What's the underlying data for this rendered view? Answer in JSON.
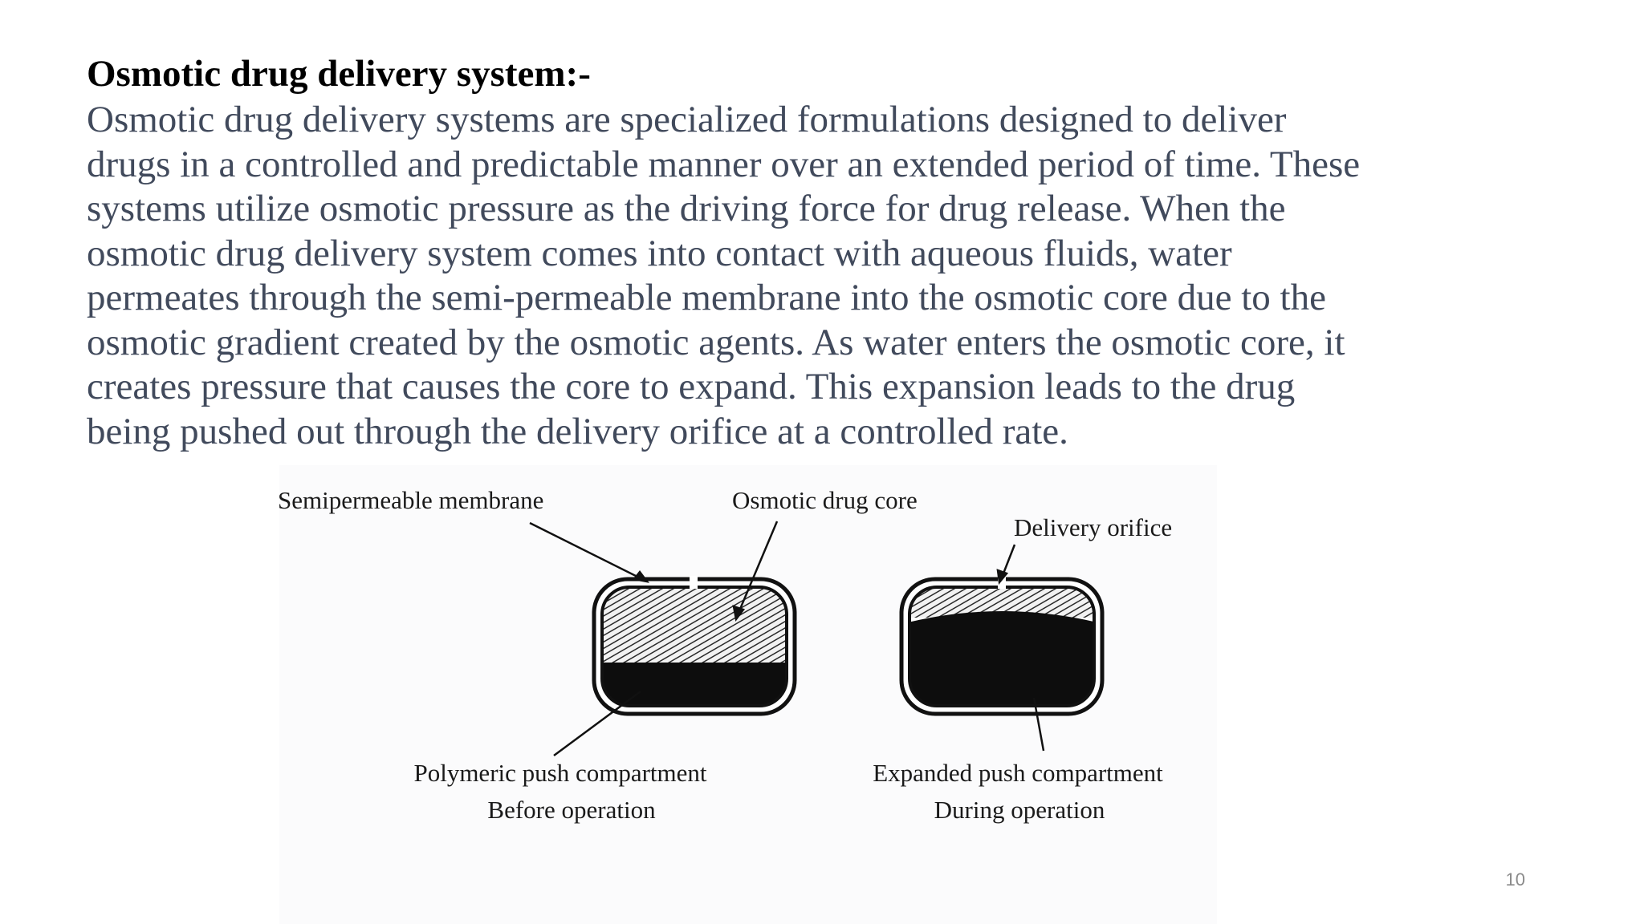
{
  "slide": {
    "title": "Osmotic drug delivery system:-",
    "paragraph_lines": [
      "Osmotic drug delivery systems are specialized formulations designed to deliver",
      "drugs in a controlled and predictable manner over an extended period of time. These",
      "systems utilize osmotic pressure as the driving force for drug release. When the",
      "osmotic drug delivery system comes into contact with aqueous fluids, water",
      "permeates through the semi-permeable membrane into the osmotic core due to the",
      "osmotic gradient created by the osmotic agents. As water enters the osmotic core, it",
      "creates pressure that causes the core to expand. This expansion leads to the drug",
      "being pushed out through the delivery orifice at a controlled rate."
    ],
    "page_number": "10"
  },
  "figure": {
    "labels": {
      "semipermeable_membrane": "Semipermeable membrane",
      "osmotic_drug_core": "Osmotic drug core",
      "delivery_orifice": "Delivery orifice",
      "polymeric_push_compartment": "Polymeric push compartment",
      "before_operation": "Before operation",
      "expanded_push_compartment": "Expanded push compartment",
      "during_operation": "During operation"
    }
  }
}
